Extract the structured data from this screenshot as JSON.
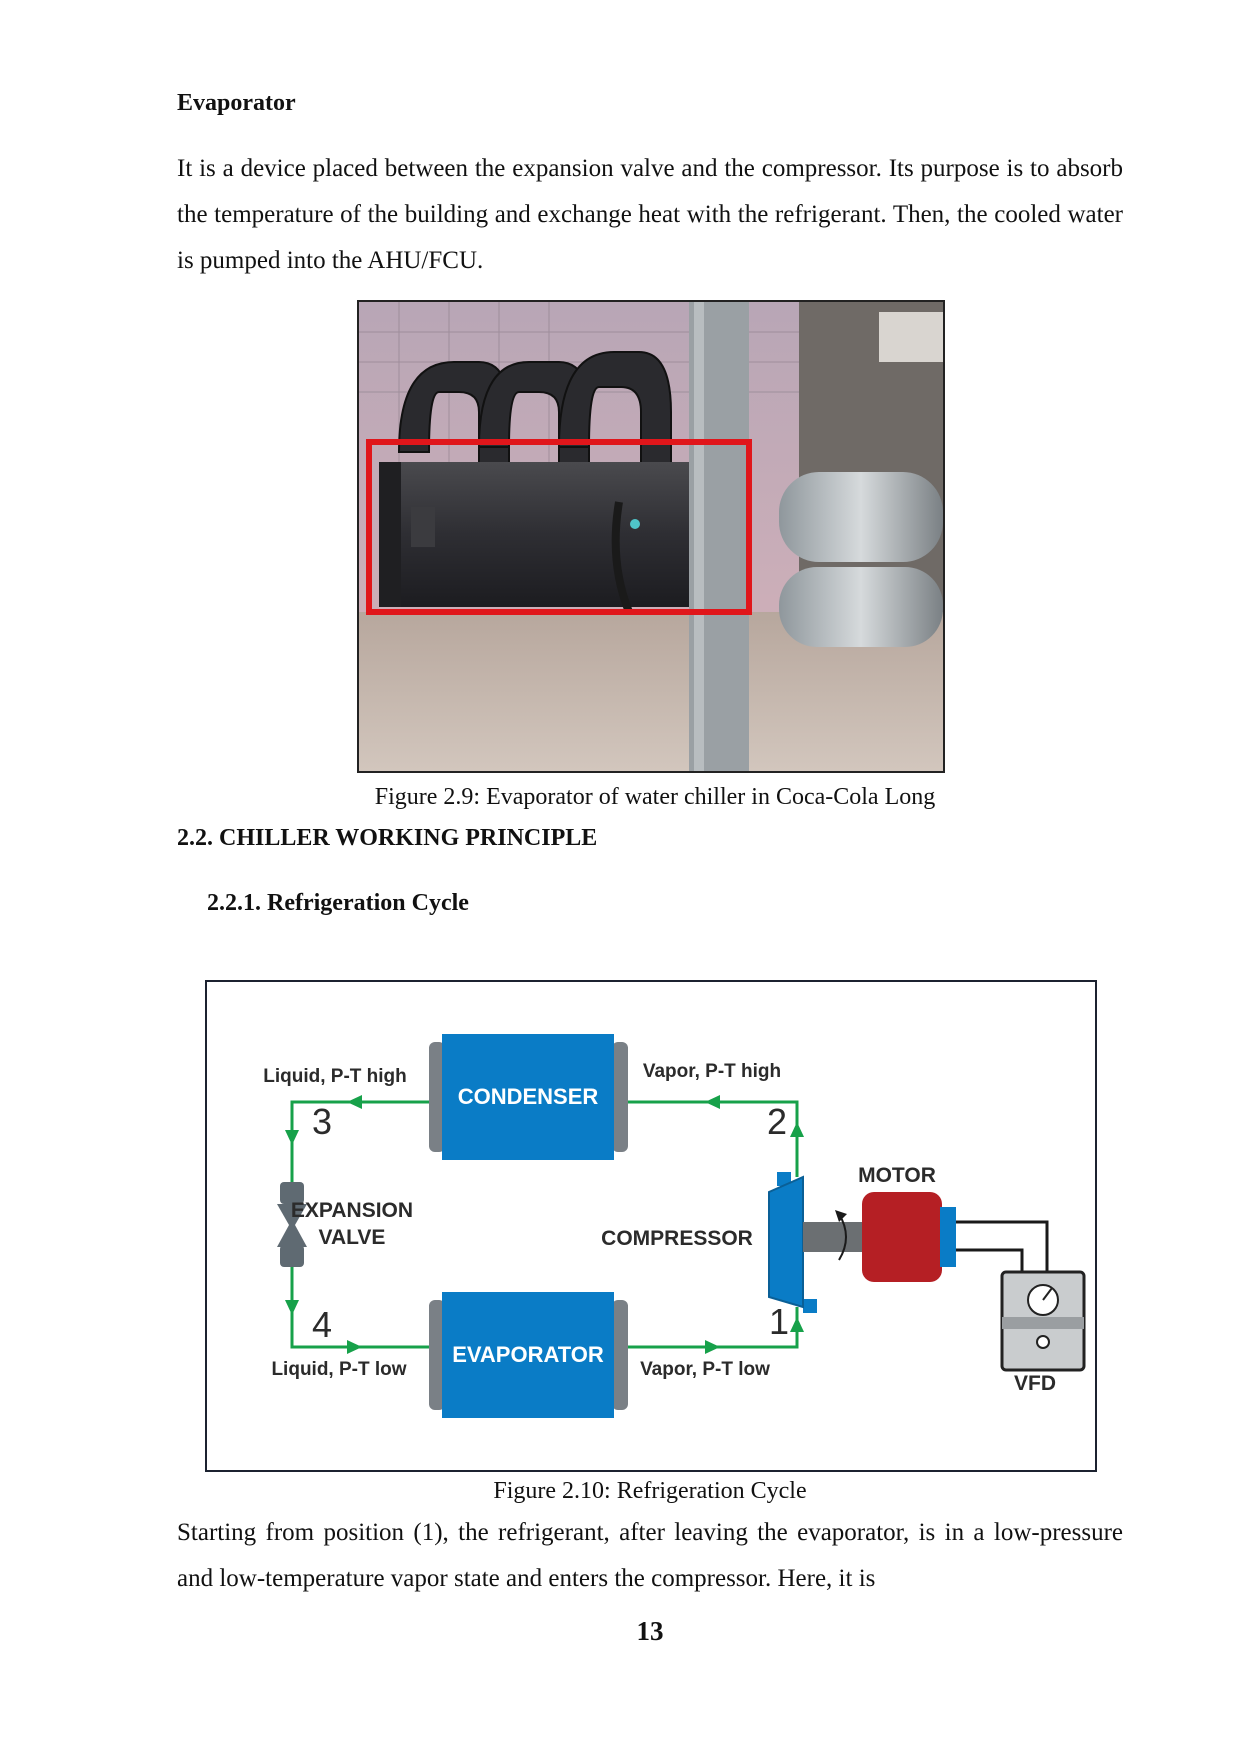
{
  "section_evaporator": {
    "heading": "Evaporator",
    "paragraph": "It is a device placed between the expansion valve and the compressor. Its purpose is to absorb the temperature of the building and exchange heat with the refrigerant. Then, the cooled water is pumped into the AHU/FCU."
  },
  "figure_2_9": {
    "caption": "Figure 2.9: Evaporator of water chiller in Coca-Cola Long",
    "highlight_color": "#e0161b"
  },
  "section_2_2": {
    "heading": "2.2. CHILLER WORKING PRINCIPLE",
    "subheading": "2.2.1. Refrigeration Cycle"
  },
  "figure_2_10": {
    "caption": "Figure 2.10: Refrigeration Cycle",
    "labels": {
      "condenser": "CONDENSER",
      "evaporator": "EVAPORATOR",
      "expansion_valve_line1": "EXPANSION",
      "expansion_valve_line2": "VALVE",
      "compressor": "COMPRESSOR",
      "motor": "MOTOR",
      "vfd": "VFD",
      "liquid_high": "Liquid, P-T high",
      "vapor_high": "Vapor, P-T high",
      "liquid_low": "Liquid, P-T low",
      "vapor_low": "Vapor, P-T low",
      "n1": "1",
      "n2": "2",
      "n3": "3",
      "n4": "4"
    },
    "colors": {
      "unit_blue": "#0a7cc6",
      "pipe_green": "#17a14a",
      "motor_red": "#b51f24",
      "valve_gray": "#5f6a72"
    }
  },
  "body_continuation": "Starting from position (1), the refrigerant, after leaving the evaporator, is in a low-pressure and low-temperature vapor state and enters the compressor. Here, it is",
  "page_number": "13"
}
